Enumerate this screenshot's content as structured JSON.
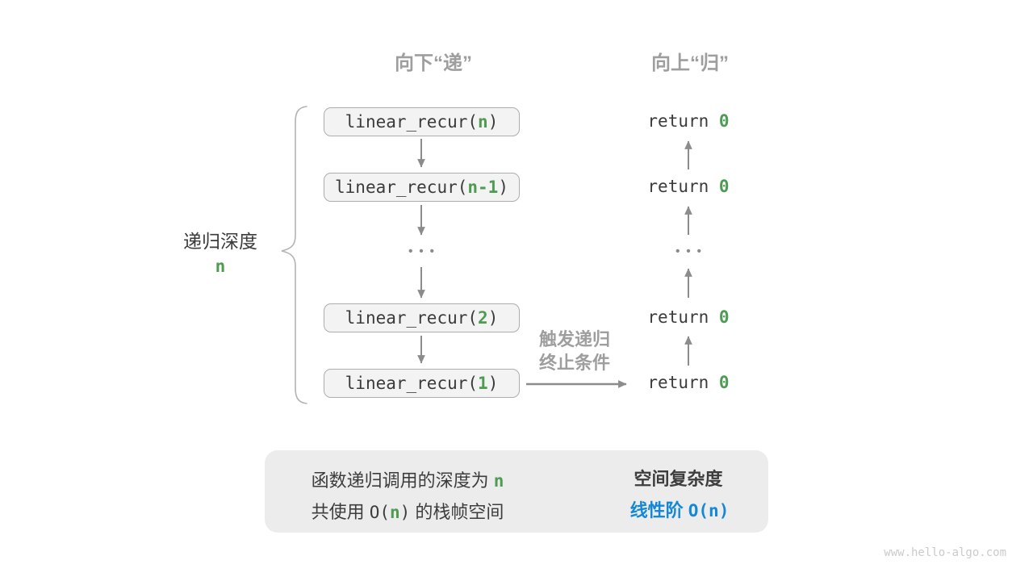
{
  "colors": {
    "accent_green": "#4e9b52",
    "accent_blue": "#1588d5",
    "muted_gray_text": "#9e9e9e",
    "dark_text": "#3b3b3b",
    "arrow_gray": "#8c8c8c",
    "node_fill": "#f3f3f3",
    "node_border": "#adadad",
    "panel_fill": "#ececec",
    "watermark_gray": "#cbcbcb"
  },
  "headers": {
    "descend": "向下“递”",
    "ascend": "向上“归”"
  },
  "depth_label": {
    "text": "递归深度",
    "value": "n"
  },
  "stack": [
    {
      "pre": "linear_recur(",
      "arg": "n",
      "post": ")"
    },
    {
      "pre": "linear_recur(",
      "arg": "n-1",
      "post": ")"
    },
    {
      "pre": "linear_recur(",
      "arg": "2",
      "post": ")"
    },
    {
      "pre": "linear_recur(",
      "arg": "1",
      "post": ")"
    }
  ],
  "ellipsis": "•••",
  "returns": [
    {
      "pre": "return ",
      "val": "0"
    },
    {
      "pre": "return ",
      "val": "0"
    },
    {
      "pre": "return ",
      "val": "0"
    },
    {
      "pre": "return ",
      "val": "0"
    }
  ],
  "base_case_label": {
    "line1": "触发递归",
    "line2": "终止条件"
  },
  "summary": {
    "depth_line": {
      "pre": "函数递归调用的深度为 ",
      "var": "n"
    },
    "space_line": {
      "pre": "共使用 ",
      "o_pre": "O(",
      "var": "n",
      "o_post": ")",
      "post": " 的栈帧空间"
    },
    "title": "空间复杂度",
    "result": {
      "label": "线性阶 ",
      "o_pre": "O(",
      "var": "n",
      "o_post": ")"
    }
  },
  "watermark": "www.hello-algo.com"
}
